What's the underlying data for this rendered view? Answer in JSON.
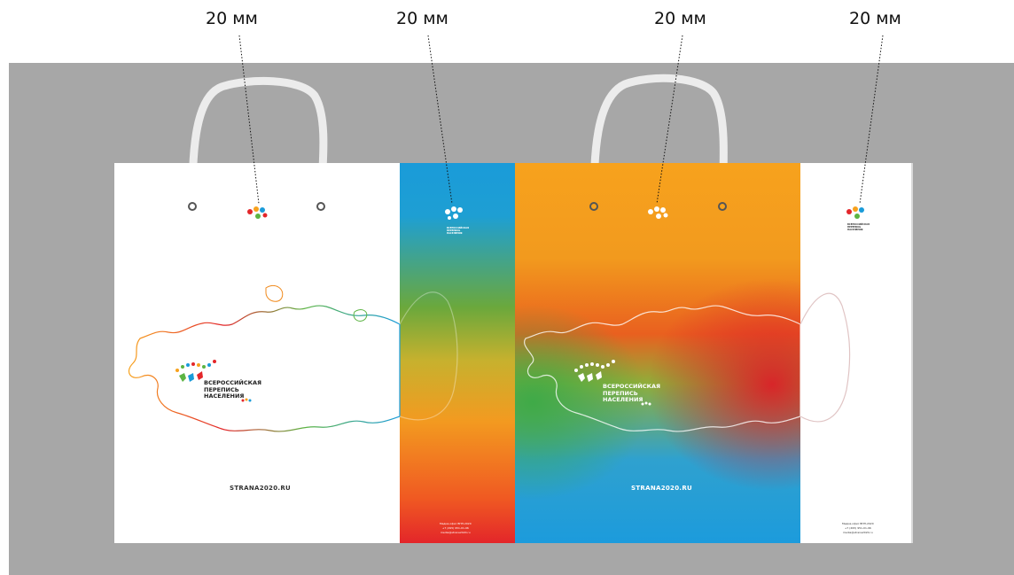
{
  "dimension_labels": [
    "20 мм",
    "20 мм",
    "20 мм",
    "20 мм"
  ],
  "front": {
    "logo_title_line1": "ВСЕРОССИЙСКАЯ",
    "logo_title_line2": "ПЕРЕПИСЬ",
    "logo_title_line3": "НАСЕЛЕНИЯ",
    "site": "STRANA2020.RU"
  },
  "side_left": {
    "mini_caption_line1": "ВСЕРОССИЙСКАЯ",
    "mini_caption_line2": "ПЕРЕПИСЬ",
    "mini_caption_line3": "НАСЕЛЕНИЯ",
    "fine_line1": "Медиа-офис ВПН-2020",
    "fine_line2": "+7 (495) 951-01-96",
    "fine_line3": "media@strana2020.ru"
  },
  "back": {
    "logo_title_line1": "ВСЕРОССИЙСКАЯ",
    "logo_title_line2": "ПЕРЕПИСЬ",
    "logo_title_line3": "НАСЕЛЕНИЯ",
    "site": "STRANA2020.RU"
  },
  "side_right": {
    "mini_caption_line1": "ВСЕРОССИЙСКАЯ",
    "mini_caption_line2": "ПЕРЕПИСЬ",
    "mini_caption_line3": "НАСЕЛЕНИЯ",
    "fine_line1": "Медиа-офис ВПН-2020",
    "fine_line2": "+7 (495) 951-01-96",
    "fine_line3": "media@strana2020.ru"
  },
  "colors": {
    "background": "#a7a7a7",
    "handle": "#ededed",
    "blue": "#1a9bd9",
    "orange": "#f7a21d",
    "red": "#e3262a",
    "green": "#5cb443"
  }
}
